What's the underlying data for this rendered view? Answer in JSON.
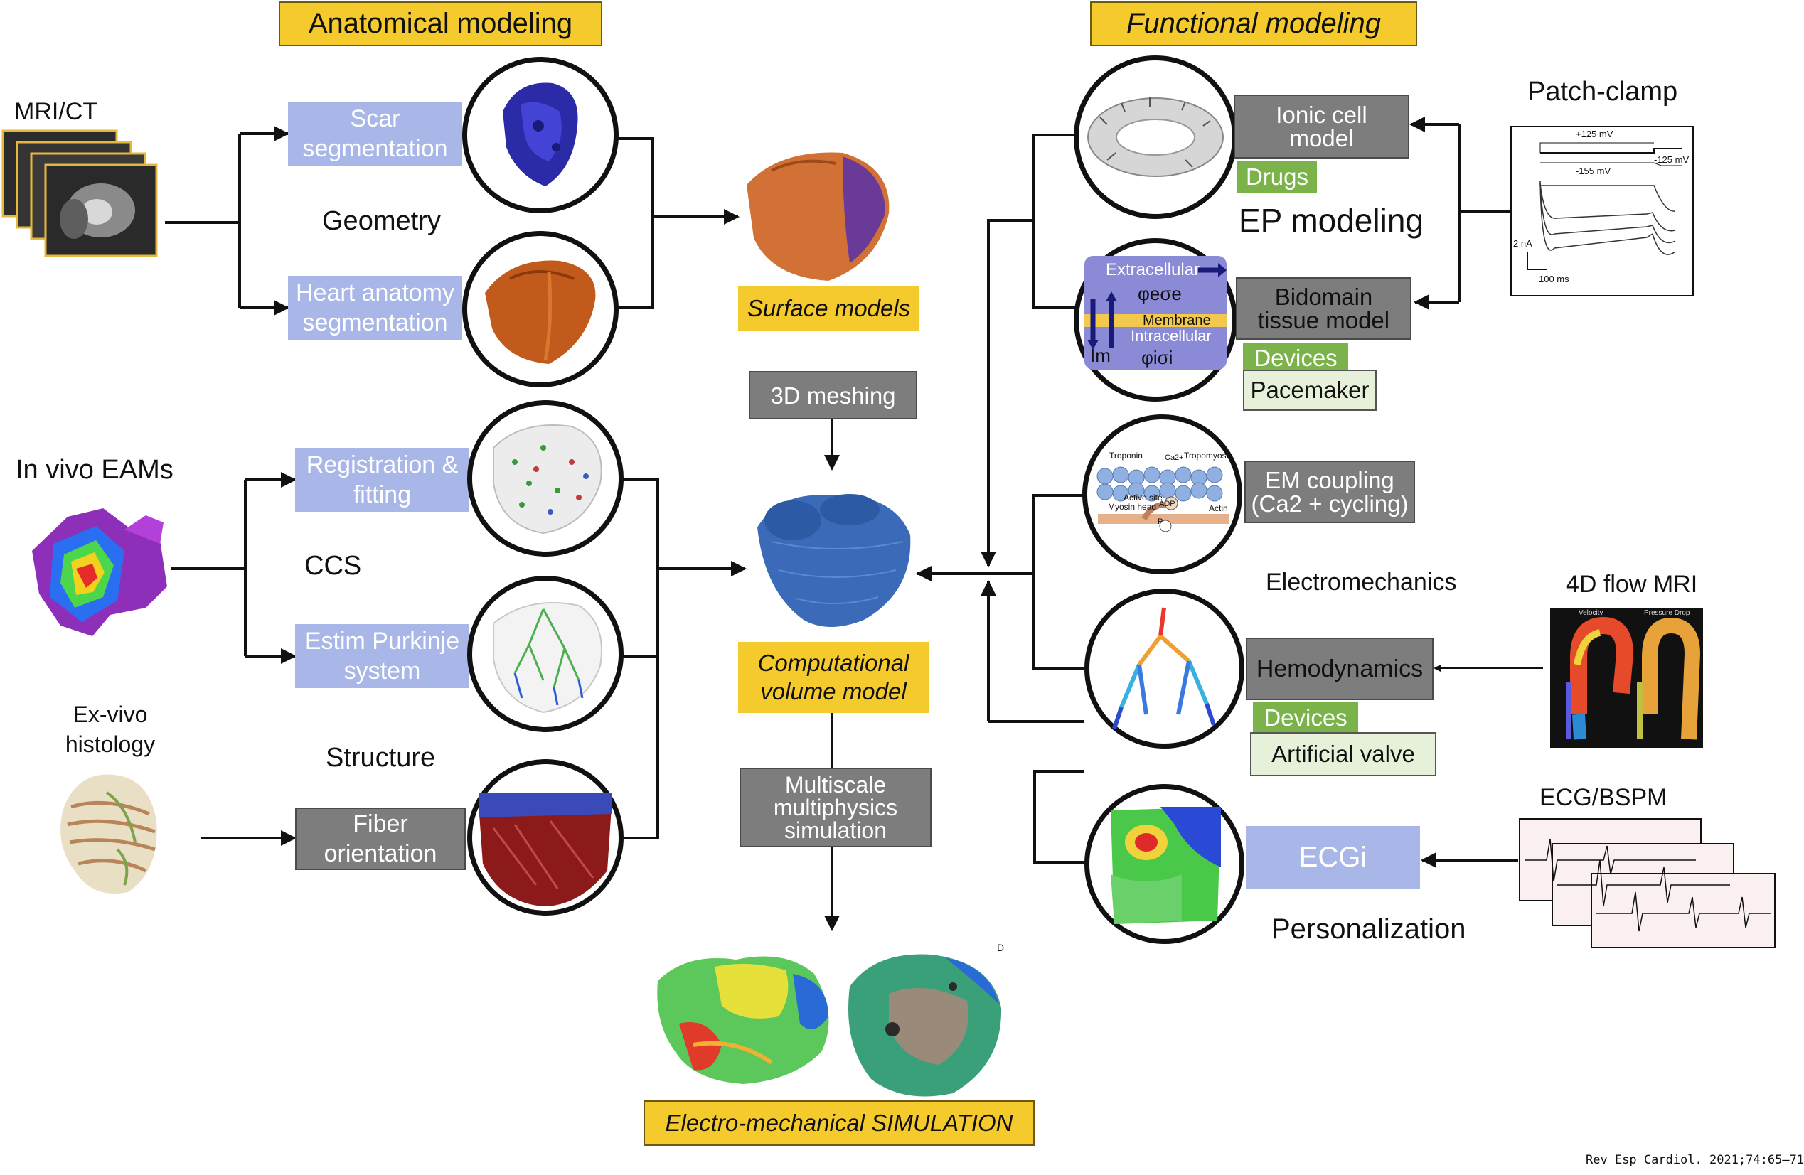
{
  "titles": {
    "anatomical": "Anatomical modeling",
    "functional": "Functional modeling"
  },
  "inputs": {
    "mri_ct": "MRI/CT",
    "in_vivo_eams": "In vivo EAMs",
    "ex_vivo_histology": "Ex-vivo\nhistology",
    "patch_clamp": "Patch-clamp",
    "flow_mri": "4D flow MRI",
    "ecg_bspm": "ECG/BSPM"
  },
  "anatomy": {
    "scar": "Scar\nsegmentation",
    "heart_anatomy": "Heart anatomy\nsegmentation",
    "registration": "Registration &\nfitting",
    "purkinje": "Estim Purkinje\nsystem",
    "fiber": "Fiber\norientation",
    "geometry": "Geometry",
    "ccs": "CCS",
    "structure": "Structure"
  },
  "pipeline": {
    "surface_models": "Surface models",
    "meshing": "3D meshing",
    "volume_model": "Computational\nvolume model",
    "multiscale": "Multiscale\nmultiphysics\nsimulation",
    "em_simulation": "Electro-mechanical SIMULATION"
  },
  "functional": {
    "ionic": "Ionic cell\nmodel",
    "drugs": "Drugs",
    "ep_modeling": "EP modeling",
    "bidomain": "Bidomain\ntissue model",
    "devices1": "Devices",
    "pacemaker": "Pacemaker",
    "em_coupling": "EM coupling\n(Ca2 + cycling)",
    "electromechanics": "Electromechanics",
    "hemodynamics": "Hemodynamics",
    "devices2": "Devices",
    "artificial_valve": "Artificial valve",
    "ecgi": "ECGi",
    "personalization": "Personalization"
  },
  "insets": {
    "bidomain": {
      "extracellular": "Extracellular",
      "phi_e": "φeσe",
      "membrane": "Membrane",
      "intracellular": "Intracellular",
      "im": "Im",
      "phi_i": "φiσi"
    },
    "patch_clamp": {
      "v1": "+125 mV",
      "v2": "-155 mV",
      "v3": "-125 mV",
      "scale_y": "2 nA",
      "scale_x": "100 ms"
    },
    "em_coupling": {
      "troponin": "Troponin",
      "ca": "Ca2+",
      "tropomyosin": "Tropomyosin",
      "active_site": "Active site",
      "myosin_head": "Myosin head",
      "adp": "ADP",
      "p": "P",
      "actin": "Actin"
    },
    "flow_mri": {
      "velocity": "Velocity",
      "pressure_drop": "Pressure Drop"
    },
    "sim_panel": "D"
  },
  "citation": "Rev Esp Cardiol. 2021;74:65–71",
  "colors": {
    "yellow": "#f5ca2d",
    "blue_box": "#a8b7e7",
    "gray_box": "#7d7d7d",
    "green_box": "#7bb34a",
    "pale_green": "#e7f1d9"
  }
}
